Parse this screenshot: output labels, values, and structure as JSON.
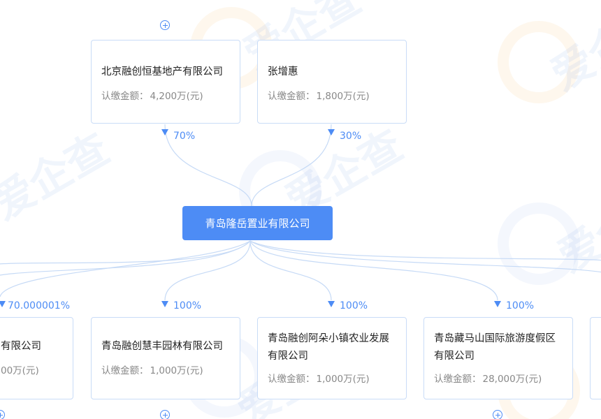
{
  "watermark": "爱企查",
  "center": {
    "name": "青岛隆岳置业有限公司"
  },
  "amount_label": "认缴金额：",
  "shareholders": [
    {
      "name": "北京融创恒基地产有限公司",
      "amount": "4,200万(元)",
      "percent": "70%"
    },
    {
      "name": "张增惠",
      "amount": "1,800万(元)",
      "percent": "30%"
    }
  ],
  "investments": [
    {
      "name": "有限公司",
      "amount": "00万(元)",
      "percent": "70.000001%"
    },
    {
      "name": "青岛融创慧丰园林有限公司",
      "amount": "1,000万(元)",
      "percent": "100%"
    },
    {
      "name_line1": "青岛融创阿朵小镇农业发展",
      "name_line2": "有限公司",
      "amount": "1,000万(元)",
      "percent": "100%"
    },
    {
      "name_line1": "青岛藏马山国际旅游度假区",
      "name_line2": "有限公司",
      "amount": "28,000万(元)",
      "percent": "100%"
    }
  ],
  "colors": {
    "accent": "#4d8cf5",
    "border": "#c9dcf7",
    "link": "#c6daf6"
  }
}
